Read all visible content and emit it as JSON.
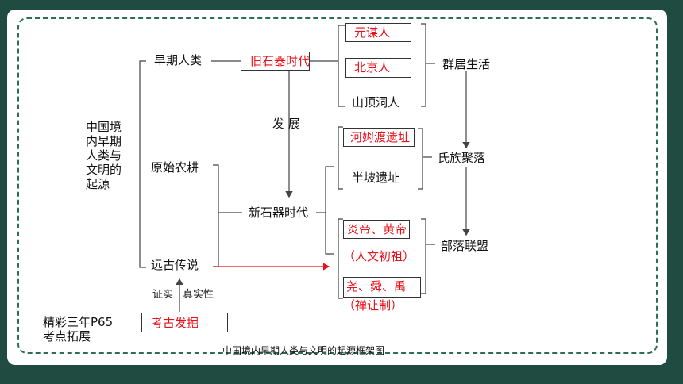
{
  "root": [
    "中国境",
    "内早期",
    "人类与",
    "文明的",
    "起源"
  ],
  "branches": {
    "early_humans": "早期人类",
    "farming": "原始农耕",
    "legends": "远古传说"
  },
  "eras": {
    "paleolithic": "旧石器时代",
    "development": "发 展",
    "neolithic": "新石器时代"
  },
  "sites": {
    "yuanmou": "元谋人",
    "peking": "北京人",
    "upper_cave": "山顶洞人",
    "hemudu": "河姆渡遗址",
    "banpo": "半坡遗址",
    "yan_huang": "炎帝、黄帝",
    "ancestors": "（人文初祖）",
    "yao_shun_yu": "尧、舜、禹",
    "abdication": "（禅让制）"
  },
  "stages": {
    "group_living": "群居生活",
    "clan_village": "氏族聚落",
    "tribal_alliance": "部落联盟"
  },
  "evidence": {
    "left_label": "证实",
    "right_label": "真实性",
    "archaeology": "考古发掘"
  },
  "notes": {
    "reference": "精彩三年P65",
    "extension": "考点拓展"
  },
  "caption": "中国境内早期人类与文明的起源框架图",
  "colors": {
    "background": "#1f4b40",
    "highlight_text": "#e8111a",
    "border": "#2f6d5b"
  }
}
